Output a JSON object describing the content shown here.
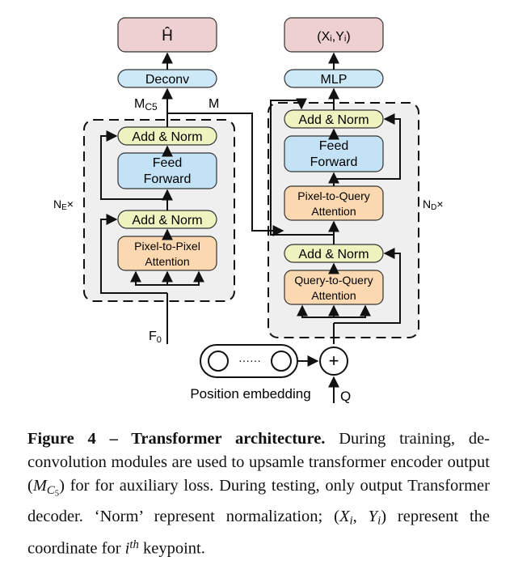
{
  "encoder": {
    "output_label": "Ĥ",
    "deconv_label": "Deconv",
    "mc5_main": "M",
    "mc5_sub": "C5",
    "m_label": "M",
    "add_norm_top": "Add & Norm",
    "feed_forward_l1": "Feed",
    "feed_forward_l2": "Forward",
    "add_norm_bottom": "Add & Norm",
    "p2p_l1": "Pixel-to-Pixel",
    "p2p_l2": "Attention",
    "repeat_main": "N",
    "repeat_sub": "E",
    "repeat_suffix": "×",
    "input_main": "F",
    "input_sub": "0"
  },
  "decoder": {
    "output_label": "(Xᵢ,Yᵢ)",
    "mlp_label": "MLP",
    "add_norm_top": "Add & Norm",
    "feed_forward_l1": "Feed",
    "feed_forward_l2": "Forward",
    "p2q_l1": "Pixel-to-Query",
    "p2q_l2": "Attention",
    "add_norm_bottom": "Add & Norm",
    "q2q_l1": "Query-to-Query",
    "q2q_l2": "Attention",
    "repeat_main": "N",
    "repeat_sub": "D",
    "repeat_suffix": "×"
  },
  "embedding": {
    "dots": "······",
    "plus": "+",
    "label": "Position embedding",
    "query": "Q"
  },
  "caption": {
    "title": "Figure 4 – Transformer architecture.",
    "seg1": " During training, de-convolution modules are used to upsamle transformer encoder output (",
    "m": "M",
    "m_sub": "C",
    "m_subsub": "5",
    "seg2": ") for for auxiliary loss. During testing, only output Transformer decoder. ‘Norm’ represent normalization; (",
    "x": "X",
    "x_sub": "i",
    "comma": ",",
    "y": "Y",
    "y_sub": "i",
    "seg3": ") represent the coordinate for ",
    "i": "i",
    "th": "th",
    "seg4": " keypoint."
  },
  "colors": {
    "output_box": "#efd0d0",
    "deconv_mlp": "#cde8f7",
    "add_norm": "#eef3c0",
    "feed_forward": "#c3e2f6",
    "attention": "#fbd8b0",
    "group_bg": "#efefef"
  }
}
